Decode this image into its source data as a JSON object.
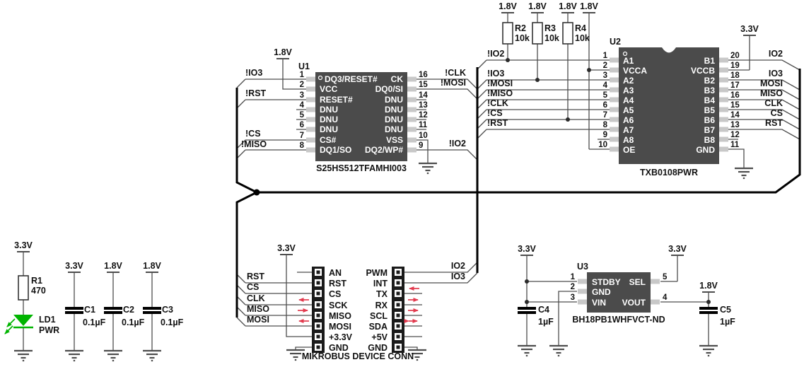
{
  "colors": {
    "wire": "#4d4d4d",
    "bus": "#000000",
    "chip_body": "#4b4b4b",
    "pad": "#c8c8c8",
    "chip_text": "#ffffff",
    "text": "#111111",
    "arrow_red": "#e23a4e",
    "led_green": "#00b400"
  },
  "led_block": {
    "supply": "3.3V",
    "resistor_ref": "R1",
    "resistor_value": "470",
    "led_ref": "LD1",
    "led_label": "PWR"
  },
  "caps": [
    {
      "ref": "C1",
      "value": "0.1µF",
      "supply": "3.3V"
    },
    {
      "ref": "C2",
      "value": "0.1µF",
      "supply": "1.8V"
    },
    {
      "ref": "C3",
      "value": "0.1µF",
      "supply": "1.8V"
    }
  ],
  "u1": {
    "ref": "U1",
    "part": "S25HS512TFAMHI003",
    "supply": "1.8V",
    "left": [
      {
        "n": "1",
        "name": "DQ3/RESET#"
      },
      {
        "n": "2",
        "name": "VCC"
      },
      {
        "n": "3",
        "name": "RESET#"
      },
      {
        "n": "4",
        "name": "DNU"
      },
      {
        "n": "5",
        "name": "DNU"
      },
      {
        "n": "6",
        "name": "DNU"
      },
      {
        "n": "7",
        "name": "CS#"
      },
      {
        "n": "8",
        "name": "DQ1/SO"
      }
    ],
    "right": [
      {
        "n": "16",
        "name": "CK"
      },
      {
        "n": "15",
        "name": "DQ0/SI"
      },
      {
        "n": "14",
        "name": "DNU"
      },
      {
        "n": "13",
        "name": "DNU"
      },
      {
        "n": "12",
        "name": "DNU"
      },
      {
        "n": "11",
        "name": "DNU"
      },
      {
        "n": "10",
        "name": "VSS"
      },
      {
        "n": "9",
        "name": "DQ2/WP#"
      }
    ],
    "nets": {
      "io3": "!IO3",
      "rst": "!RST",
      "cs": "!CS",
      "miso": "!MISO",
      "clk": "!CLK",
      "mosi": "!MOSI",
      "io2": "!IO2"
    }
  },
  "u2": {
    "ref": "U2",
    "part": "TXB0108PWR",
    "supply_b": "3.3V",
    "supply_oe": "1.8V",
    "pullups": [
      {
        "ref": "R2",
        "value": "10k",
        "supply": "1.8V"
      },
      {
        "ref": "R3",
        "value": "10k",
        "supply": "1.8V"
      },
      {
        "ref": "R4",
        "value": "10k",
        "supply": "1.8V"
      }
    ],
    "left": [
      {
        "n": "1",
        "name": "A1"
      },
      {
        "n": "2",
        "name": "VCCA"
      },
      {
        "n": "3",
        "name": "A2"
      },
      {
        "n": "4",
        "name": "A3"
      },
      {
        "n": "5",
        "name": "A4"
      },
      {
        "n": "6",
        "name": "A5"
      },
      {
        "n": "7",
        "name": "A6"
      },
      {
        "n": "8",
        "name": "A7"
      },
      {
        "n": "9",
        "name": "A8"
      },
      {
        "n": "10",
        "name": "OE"
      }
    ],
    "right": [
      {
        "n": "20",
        "name": "B1"
      },
      {
        "n": "19",
        "name": "VCCB"
      },
      {
        "n": "18",
        "name": "B2"
      },
      {
        "n": "17",
        "name": "B3"
      },
      {
        "n": "16",
        "name": "B4"
      },
      {
        "n": "15",
        "name": "B5"
      },
      {
        "n": "14",
        "name": "B6"
      },
      {
        "n": "13",
        "name": "B7"
      },
      {
        "n": "12",
        "name": "B8"
      },
      {
        "n": "11",
        "name": "GND"
      }
    ],
    "nets_a": [
      "!IO2",
      "!IO3",
      "!MOSI",
      "!MISO",
      "!CLK",
      "!CS",
      "!RST"
    ],
    "nets_b": [
      "IO2",
      "IO3",
      "MOSI",
      "MISO",
      "CLK",
      "CS",
      "RST"
    ]
  },
  "u3": {
    "ref": "U3",
    "part": "BH18PB1WHFVCT-ND",
    "supply_in": "3.3V",
    "supply_sel": "3.3V",
    "rail_out": "1.8V",
    "left": [
      {
        "n": "1",
        "name": "STDBY"
      },
      {
        "n": "2",
        "name": "GND"
      },
      {
        "n": "3",
        "name": "VIN"
      }
    ],
    "right": [
      {
        "n": "5",
        "name": "SEL"
      },
      {
        "n": "4",
        "name": "VOUT"
      }
    ],
    "c4": {
      "ref": "C4",
      "value": "1µF"
    },
    "c5": {
      "ref": "C5",
      "value": "1µF"
    }
  },
  "mikrobus": {
    "caption": "MIKROBUS DEVICE CONN",
    "supply": "3.3V",
    "left_pins": [
      "AN",
      "RST",
      "CS",
      "SCK",
      "MISO",
      "MOSI",
      "+3.3V",
      "GND"
    ],
    "right_pins": [
      "PWM",
      "INT",
      "TX",
      "RX",
      "SCL",
      "SDA",
      "+5V",
      "GND"
    ],
    "left_nets": [
      "RST",
      "CS",
      "CLK",
      "MISO",
      "MOSI"
    ],
    "right_nets": [
      "IO2",
      "IO3"
    ]
  }
}
